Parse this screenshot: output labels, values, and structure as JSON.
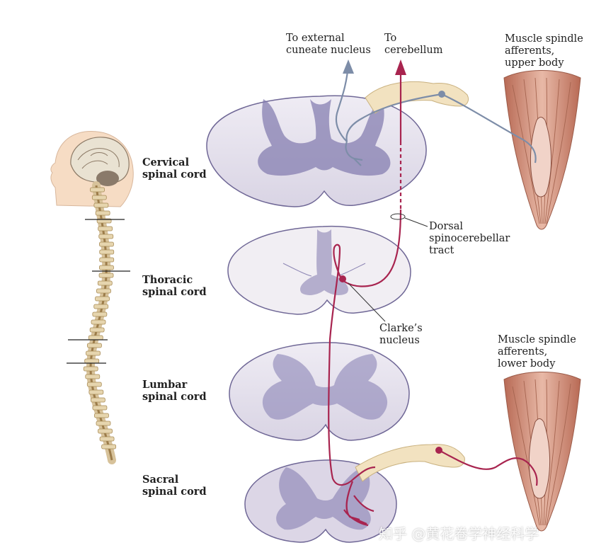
{
  "labels": {
    "to_external_cuneate": "To external\ncuneate nucleus",
    "to_cerebellum": "To\ncerebellum",
    "muscle_upper": "Muscle spindle\nafferents,\nupper body",
    "muscle_lower": "Muscle spindle\nafferents,\nlower body",
    "cervical": "Cervical\nspinal cord",
    "thoracic": "Thoracic\nspinal cord",
    "lumbar": "Lumbar\nspinal cord",
    "sacral": "Sacral\nspinal cord",
    "dorsal_tract": "Dorsal\nspinocerebellar\ntract",
    "clarkes": "Clarke’s\nnucleus",
    "watermark": "知乎 @黄花卷学神经科学"
  },
  "colors": {
    "cord_fill": "#e7e3ee",
    "gray_matter": "#7e77ab",
    "crimson": "#a8244f",
    "slate": "#7d8da8",
    "nerve": "#f2e2c0",
    "muscle": "#c98a78"
  }
}
